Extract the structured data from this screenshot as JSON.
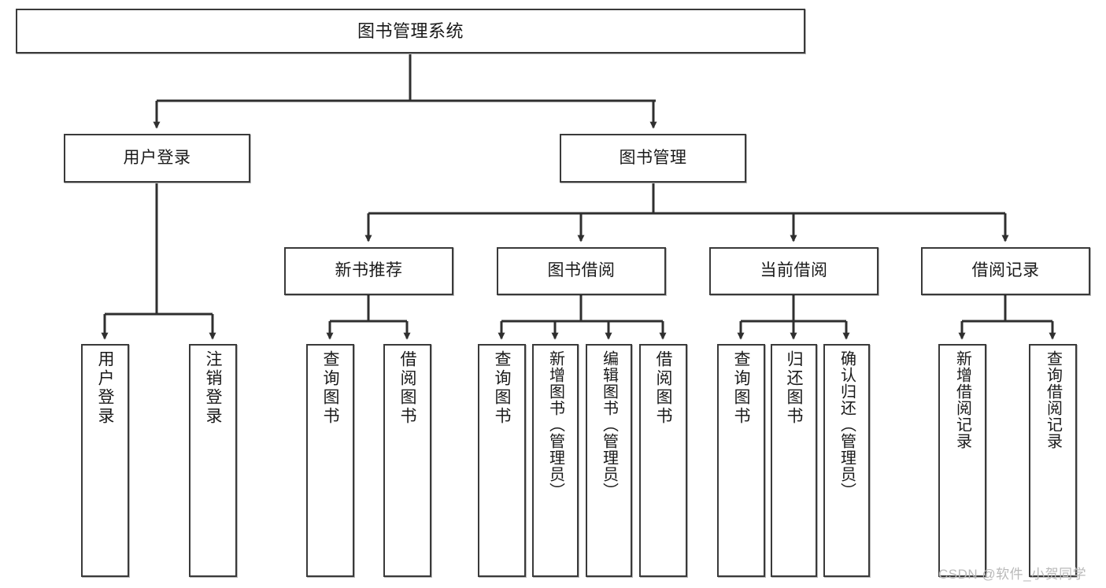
{
  "diagram": {
    "title": "图书管理系统",
    "type": "hierarchy-tree",
    "levels": 4,
    "nodes": {
      "root": {
        "label": "图书管理系统"
      },
      "level2": [
        {
          "id": "user-login",
          "label": "用户登录"
        },
        {
          "id": "book-manage",
          "label": "图书管理"
        }
      ],
      "level3": [
        {
          "id": "new-book-recommend",
          "label": "新书推荐"
        },
        {
          "id": "book-borrow",
          "label": "图书借阅"
        },
        {
          "id": "current-borrow",
          "label": "当前借阅"
        },
        {
          "id": "borrow-record",
          "label": "借阅记录"
        }
      ],
      "leaves": {
        "user_login": [
          {
            "id": "leaf-user-login",
            "label": "用户登录"
          },
          {
            "id": "leaf-logout-login",
            "label": "注销登录"
          }
        ],
        "new_book_recommend": [
          {
            "id": "leaf-query-book-1",
            "label": "查询图书"
          },
          {
            "id": "leaf-borrow-book-1",
            "label": "借阅图书"
          }
        ],
        "book_borrow": [
          {
            "id": "leaf-query-book-2",
            "label": "查询图书"
          },
          {
            "id": "leaf-add-book",
            "label": "新增图书（管理员）"
          },
          {
            "id": "leaf-edit-book",
            "label": "编辑图书（管理员）"
          },
          {
            "id": "leaf-borrow-book-2",
            "label": "借阅图书"
          }
        ],
        "current_borrow": [
          {
            "id": "leaf-query-book-3",
            "label": "查询图书"
          },
          {
            "id": "leaf-return-book",
            "label": "归还图书"
          },
          {
            "id": "leaf-confirm-return",
            "label": "确认归还（管理员）"
          }
        ],
        "borrow_record": [
          {
            "id": "leaf-add-borrow-record",
            "label": "新增借阅记录"
          },
          {
            "id": "leaf-query-borrow-record",
            "label": "查询借阅记录"
          }
        ]
      }
    },
    "colors": {
      "node_border": "#3a3a3a",
      "node_fill": "#ffffff",
      "edge": "#2f2f2f",
      "text": "#1a1a1a",
      "watermark": "#b9b9b9",
      "background": "#ffffff"
    }
  },
  "watermark": {
    "text": "CSDN @软件_小贺同学"
  }
}
